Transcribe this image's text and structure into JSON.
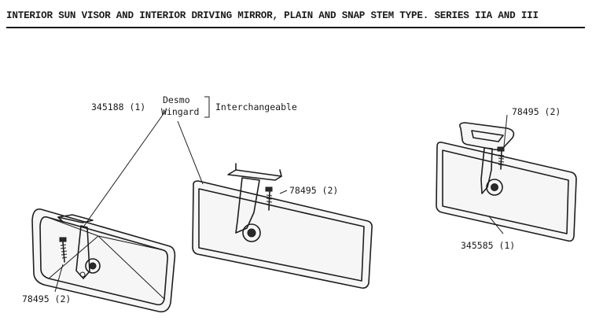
{
  "header": {
    "title": "INTERIOR SUN VISOR AND INTERIOR DRIVING MIRROR, PLAIN AND SNAP STEM TYPE. SERIES IIA AND III"
  },
  "callouts": {
    "left_part": "345188 (1)",
    "variant_desmo": "Desmo",
    "variant_wingard": "Wingard",
    "interchangeable": "Interchangeable",
    "screw_middle": "78495 (2)",
    "screw_left": "78495 (2)",
    "screw_right": "78495 (2)",
    "right_part": "345585 (1)"
  },
  "colors": {
    "ink": "#1e1e1e",
    "paper": "#ffffff"
  }
}
